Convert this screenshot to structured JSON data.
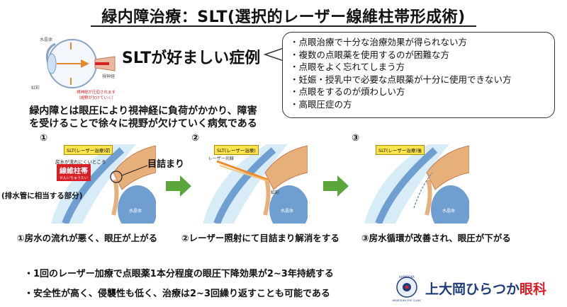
{
  "title": "緑内障治療：SLT(選択的レーザー線維柱帯形成術)",
  "indications": {
    "heading": "SLTが好ましい症例",
    "items": [
      "点眼治療で十分な治療効果が得られない方",
      "複数の点眼薬を使用するのが困難な方",
      "点眼をよく忘れてしまう方",
      "妊娠・授乳中で必要な点眼薬が十分に使用できない方",
      "点眼をするのが煩わしい方",
      "高眼圧症の方"
    ]
  },
  "eye_diagram": {
    "label_lens": "水晶体",
    "label_optic_nerve": "視神経",
    "label_iris": "虹彩",
    "label_note_line1": "視神経が圧迫されます",
    "label_note_line2": "（視野が欠けていく）"
  },
  "description": {
    "line1": "緑内障とは眼圧により視神経に負荷がかかり、障害",
    "line2": "を受けることで徐々に視野が欠けていく病気である"
  },
  "steps": [
    {
      "number": "①",
      "tag": "SLT(レーザー治療)前",
      "note": "房水が流れにくいところ",
      "red_label_line1": "線維柱帯",
      "red_label_line2": "せんいちゅうたい",
      "callout": "目詰まり",
      "side_label": "(排水管に相当する部分)",
      "lens_label": "水晶体",
      "caption": "①房水の流れが悪く、眼圧が上がる"
    },
    {
      "number": "②",
      "tag": "SLT(レーザー治療)",
      "laser_label": "レーザー光線",
      "iris_label": "虹彩",
      "lens_label": "水晶体",
      "caption": "②レーザー照射にて目詰まり解消をする"
    },
    {
      "number": "③",
      "tag": "SLT(レーザー治療)後",
      "lens_label": "水晶体",
      "caption": "③房水循環が改善され、眼圧が下がる"
    }
  ],
  "bottom_notes": [
    "1回のレーザー加療で点眼薬1本分程度の眼圧下降効果が2~3年持続する",
    "安全性が高く、侵襲性も低く、治療は2~3回繰り返すことも可能である"
  ],
  "logo": {
    "main": "上大岡ひらつか",
    "accent": "眼科",
    "small_top": "KAMIOOKA",
    "small_bottom": "HIRATSUKA EYE CLINIC"
  },
  "colors": {
    "arrow_green": "#5aa63b",
    "iris_blue": "#6f9fd1",
    "tissue_orange": "#e7b07a",
    "tag_yellow": "#ffe54a",
    "red_label": "#d81f26",
    "logo_blue": "#1f3c7a"
  }
}
